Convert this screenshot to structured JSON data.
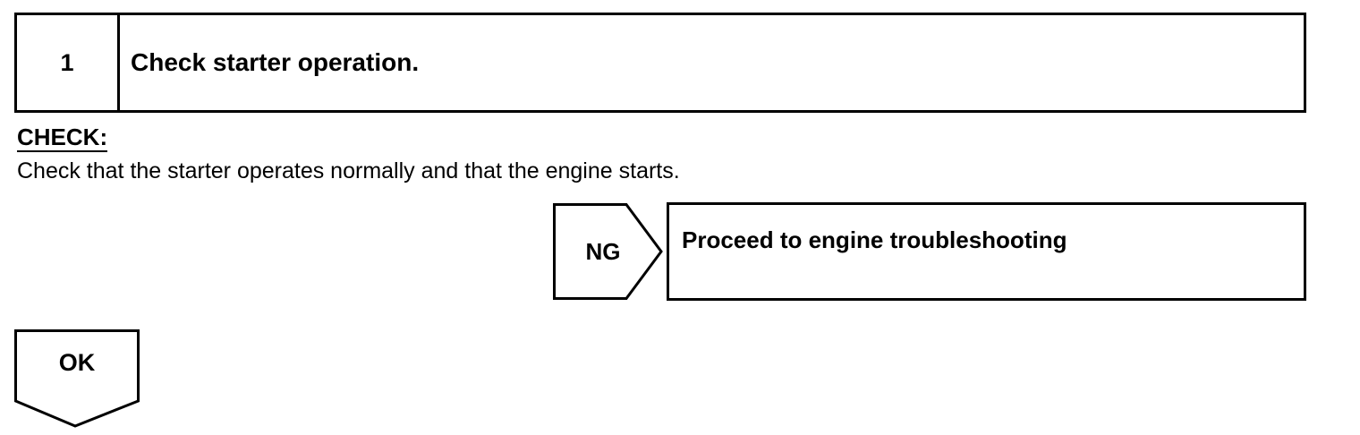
{
  "step": {
    "number": "1",
    "title": "Check starter operation."
  },
  "check": {
    "heading": "CHECK:",
    "text": "Check that the starter operates normally and that the engine starts."
  },
  "ng_branch": {
    "label": "NG",
    "action": "Proceed to engine troubleshooting"
  },
  "ok_branch": {
    "label": "OK"
  }
}
